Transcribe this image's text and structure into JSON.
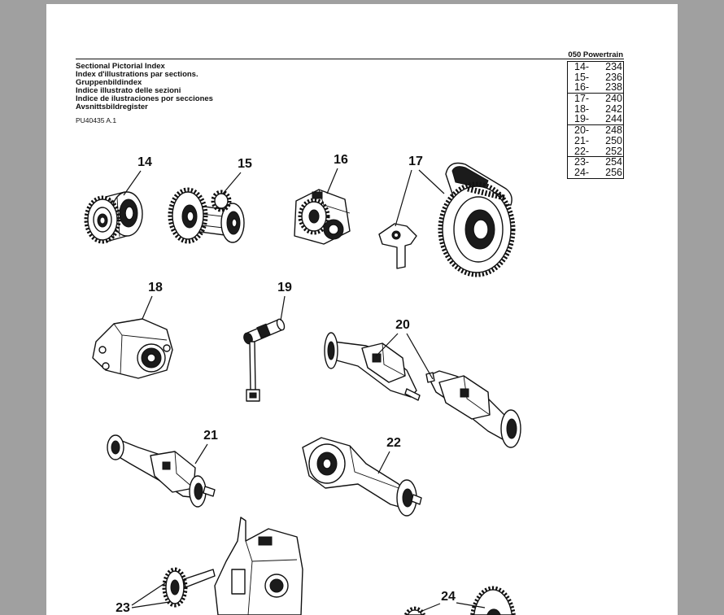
{
  "colors": {
    "viewer_background": "#a0a0a0",
    "page": "#ffffff",
    "ink": "#111111"
  },
  "header": {
    "section": "050 Powertrain"
  },
  "title": {
    "lines": [
      "Sectional Pictorial Index",
      "Index d'illustrations par sections.",
      "Gruppenbildindex",
      "Indice illustrato delle sezioni",
      "Indice de ilustraciones por secciones",
      "Avsnittsbildregister"
    ]
  },
  "doc_code": "PU40435 A.1",
  "index_table": {
    "groups": [
      {
        "rows": [
          {
            "section": "14-",
            "page": "234"
          },
          {
            "section": "15-",
            "page": "236"
          },
          {
            "section": "16-",
            "page": "238"
          }
        ]
      },
      {
        "rows": [
          {
            "section": "17-",
            "page": "240"
          },
          {
            "section": "18-",
            "page": "242"
          },
          {
            "section": "19-",
            "page": "244"
          }
        ]
      },
      {
        "rows": [
          {
            "section": "20-",
            "page": "248"
          },
          {
            "section": "21-",
            "page": "250"
          },
          {
            "section": "22-",
            "page": "252"
          }
        ]
      },
      {
        "rows": [
          {
            "section": "23-",
            "page": "254"
          },
          {
            "section": "24-",
            "page": "256"
          }
        ]
      }
    ]
  },
  "figure_labels": [
    "14",
    "15",
    "16",
    "17",
    "18",
    "19",
    "20",
    "21",
    "22",
    "23",
    "24"
  ]
}
